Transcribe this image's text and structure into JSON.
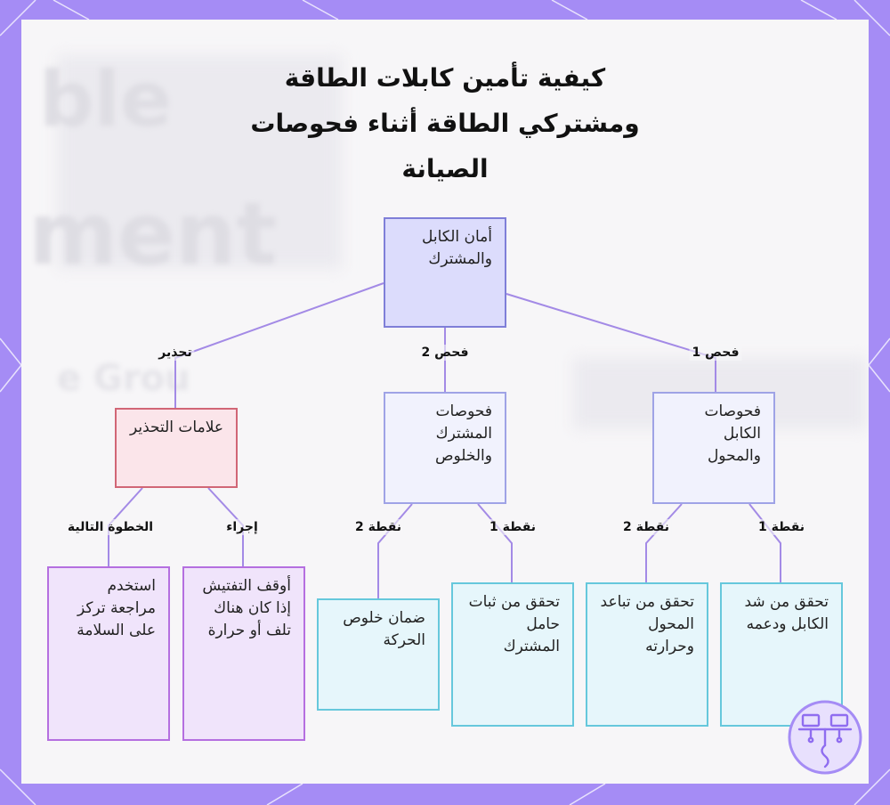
{
  "diagram": {
    "title": "كيفية تأمين كابلات الطاقة ومشتركي الطاقة أثناء فحوصات الصيانة",
    "nodes": {
      "root": "أمان الكابل والمشترك",
      "warning": "علامات التحذير",
      "switch_checks": "فحوصات المشترك والخلوص",
      "cable_checks": "فحوصات الكابل والمحول",
      "next_step": "استخدم مراجعة تركز على السلامة",
      "action": "أوقف التفتيش إذا كان هناك تلف أو حرارة",
      "clearance": "ضمان خلوص الحركة",
      "holder": "تحقق من ثبات حامل المشترك",
      "adapter": "تحقق من تباعد المحول وحرارته",
      "tension": "تحقق من شد الكابل ودعمه"
    },
    "edges": {
      "warn": "تحذير",
      "check2": "فحص 2",
      "check1": "فحص 1",
      "next": "الخطوة التالية",
      "act": "إجراء",
      "sw_p2": "نقطة 2",
      "sw_p1": "نقطة 1",
      "cb_p2": "نقطة 2",
      "cb_p1": "نقطة 1"
    },
    "background_text": {
      "line1": "ble",
      "line2": "ment",
      "line3": "e Grou"
    },
    "colors": {
      "frame": "#a58cf5",
      "connector": "#a38ae6",
      "root_fill": "#dcdcfc",
      "warning_fill": "#fbe5ea",
      "leaf_fill": "#e6f6fb",
      "action_fill": "#f0e4fb"
    }
  }
}
